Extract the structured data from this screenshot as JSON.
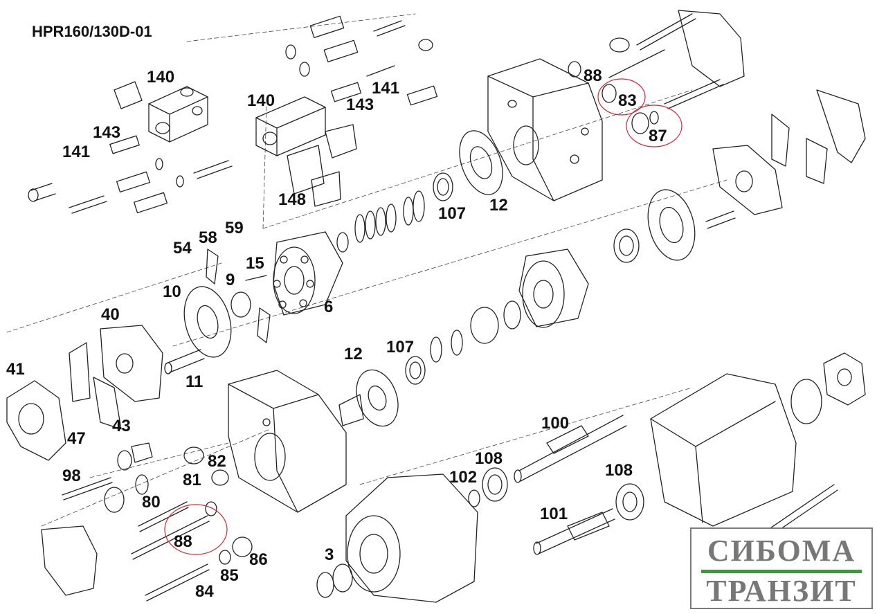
{
  "title": "HPR160/130D-01",
  "labels": {
    "p140a": "140",
    "p140b": "140",
    "p143a": "143",
    "p143b": "143",
    "p141a": "141",
    "p141b": "141",
    "p148": "148",
    "p88a": "88",
    "p83": "83",
    "p87": "87",
    "p107a": "107",
    "p12a": "12",
    "p54": "54",
    "p58": "58",
    "p59": "59",
    "p15": "15",
    "p10": "10",
    "p9": "9",
    "p6": "6",
    "p40": "40",
    "p41": "41",
    "p11": "11",
    "p47": "47",
    "p43": "43",
    "p12b": "12",
    "p107b": "107",
    "p100": "100",
    "p108a": "108",
    "p102": "102",
    "p108b": "108",
    "p101": "101",
    "p98": "98",
    "p82": "82",
    "p81": "81",
    "p80": "80",
    "p88b": "88",
    "p86": "86",
    "p85": "85",
    "p84": "84",
    "p3": "3"
  },
  "logo": {
    "line1": "СИБОМА",
    "line2": "ТРАНЗИТ",
    "accent": "#3c9a3c",
    "text_color": "#777777"
  },
  "highlight_color": "#d9232e"
}
